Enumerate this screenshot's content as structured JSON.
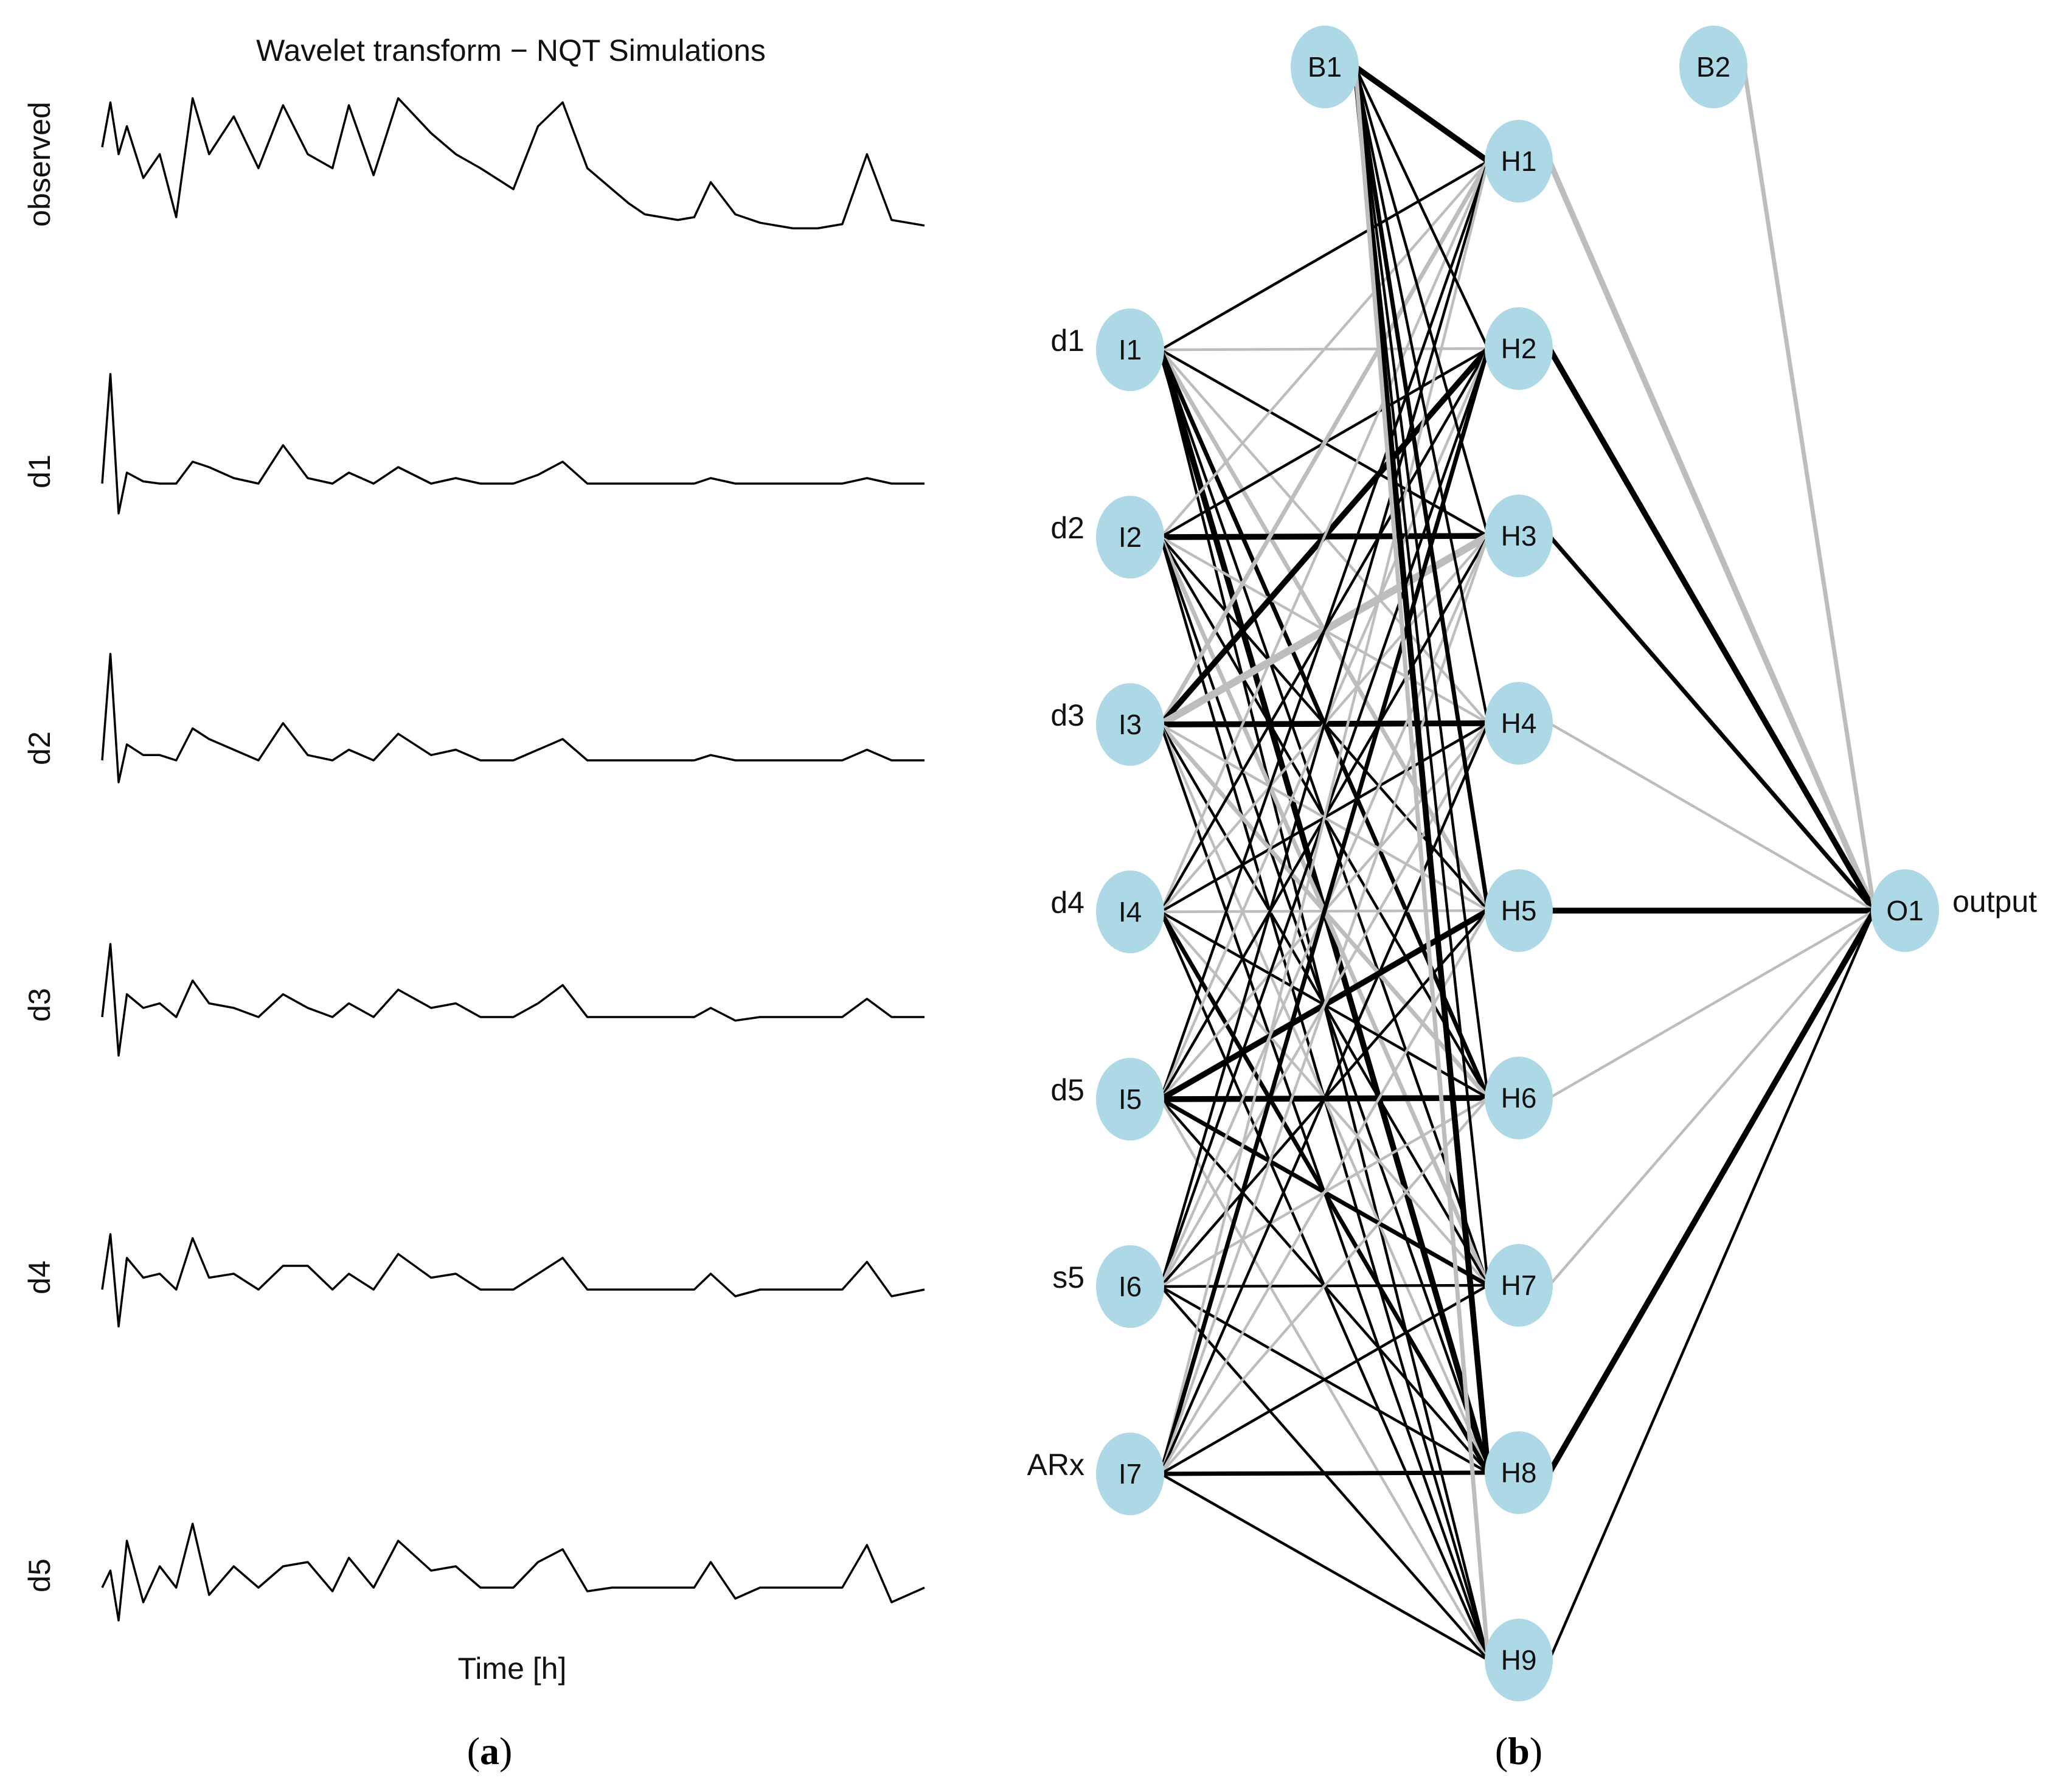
{
  "panel_a": {
    "title": "Wavelet transform − NQT Simulations",
    "xlabel": "Time [h]",
    "caption": "(a)"
  },
  "panel_b": {
    "caption": "(b)"
  },
  "colors": {
    "line": "#000000",
    "node": "#add8e6",
    "positive_weight": "#000000",
    "negative_weight": "#bdbdbd"
  },
  "chart_data": [
    {
      "type": "line",
      "title": "Wavelet transform − NQT Simulations",
      "xlabel": "Time [h]",
      "ylabel": "",
      "axes_shown": false,
      "x": [
        0,
        1,
        2,
        3,
        5,
        7,
        9,
        11,
        13,
        16,
        19,
        22,
        25,
        28,
        30,
        33,
        36,
        40,
        43,
        46,
        50,
        53,
        56,
        59,
        62,
        64,
        66,
        68,
        70,
        72,
        74,
        77,
        80,
        84,
        87,
        90,
        93,
        96,
        100
      ],
      "series": [
        {
          "name": "observed",
          "values": [
            0.6,
            0.92,
            0.55,
            0.75,
            0.38,
            0.55,
            0.1,
            0.95,
            0.55,
            0.82,
            0.45,
            0.9,
            0.55,
            0.45,
            0.9,
            0.4,
            0.95,
            0.7,
            0.55,
            0.45,
            0.3,
            0.75,
            0.92,
            0.45,
            0.3,
            0.2,
            0.12,
            0.1,
            0.08,
            0.1,
            0.35,
            0.12,
            0.06,
            0.02,
            0.02,
            0.05,
            0.55,
            0.08,
            0.04
          ]
        },
        {
          "name": "d1",
          "values": [
            0.0,
            1.0,
            -0.35,
            0.1,
            0.02,
            0.0,
            0.0,
            0.2,
            0.15,
            0.05,
            0.0,
            0.35,
            0.05,
            0.0,
            0.1,
            0.0,
            0.15,
            0.0,
            0.05,
            0.0,
            0.0,
            0.08,
            0.2,
            0.0,
            0.0,
            0.0,
            0.0,
            0.0,
            0.0,
            0.0,
            0.05,
            0.0,
            0.0,
            0.0,
            0.0,
            0.0,
            0.05,
            0.0,
            0.0
          ]
        },
        {
          "name": "d2",
          "values": [
            0.0,
            1.0,
            -0.3,
            0.15,
            0.05,
            0.05,
            0.0,
            0.3,
            0.2,
            0.1,
            0.0,
            0.35,
            0.05,
            0.0,
            0.1,
            0.0,
            0.25,
            0.05,
            0.1,
            0.0,
            0.0,
            0.1,
            0.2,
            0.0,
            0.0,
            0.0,
            0.0,
            0.0,
            0.0,
            0.0,
            0.05,
            0.0,
            0.0,
            0.0,
            0.0,
            0.0,
            0.1,
            0.0,
            0.0
          ]
        },
        {
          "name": "d3",
          "values": [
            0.0,
            0.8,
            -0.55,
            0.25,
            0.1,
            0.15,
            0.0,
            0.4,
            0.15,
            0.1,
            0.0,
            0.25,
            0.1,
            0.0,
            0.15,
            0.0,
            0.3,
            0.1,
            0.15,
            0.0,
            0.0,
            0.15,
            0.35,
            0.0,
            0.0,
            0.0,
            0.0,
            0.0,
            0.0,
            0.0,
            0.1,
            -0.05,
            0.0,
            0.0,
            0.0,
            0.0,
            0.2,
            0.0,
            0.0
          ]
        },
        {
          "name": "d4",
          "values": [
            0.0,
            0.7,
            -0.55,
            0.4,
            0.15,
            0.2,
            0.0,
            0.65,
            0.15,
            0.2,
            0.0,
            0.3,
            0.3,
            0.0,
            0.2,
            0.0,
            0.45,
            0.15,
            0.2,
            0.0,
            0.0,
            0.2,
            0.4,
            0.0,
            0.0,
            0.0,
            0.0,
            0.0,
            0.0,
            0.0,
            0.2,
            -0.1,
            0.0,
            0.0,
            0.0,
            0.0,
            0.35,
            -0.1,
            0.0
          ]
        },
        {
          "name": "d5",
          "values": [
            0.0,
            0.2,
            -0.45,
            0.55,
            -0.2,
            0.25,
            0.0,
            0.75,
            -0.1,
            0.25,
            0.0,
            0.25,
            0.3,
            -0.05,
            0.35,
            0.0,
            0.55,
            0.2,
            0.25,
            0.0,
            0.0,
            0.3,
            0.45,
            -0.05,
            0.0,
            0.0,
            0.0,
            0.0,
            0.0,
            0.0,
            0.3,
            -0.15,
            0.0,
            0.0,
            0.0,
            0.0,
            0.5,
            -0.2,
            0.0
          ]
        }
      ]
    },
    {
      "type": "network",
      "title": "",
      "nodes": {
        "input": [
          "I1",
          "I2",
          "I3",
          "I4",
          "I5",
          "I6",
          "I7"
        ],
        "input_labels": [
          "d1",
          "d2",
          "d3",
          "d4",
          "d5",
          "s5",
          "ARx"
        ],
        "hidden": [
          "H1",
          "H2",
          "H3",
          "H4",
          "H5",
          "H6",
          "H7",
          "H8",
          "H9"
        ],
        "output": [
          "O1"
        ],
        "output_labels": [
          "output"
        ],
        "bias": [
          "B1",
          "B2"
        ]
      },
      "edges_input_hidden": [
        {
          "from": "I1",
          "weights": [
            1,
            -1,
            1,
            -1,
            -2,
            2,
            1,
            3,
            1
          ]
        },
        {
          "from": "I2",
          "weights": [
            -1,
            1,
            3,
            -1,
            1,
            1,
            -2,
            1,
            1
          ]
        },
        {
          "from": "I3",
          "weights": [
            -2,
            3,
            -4,
            3,
            -1,
            -2,
            1,
            -1,
            1
          ]
        },
        {
          "from": "I4",
          "weights": [
            -1,
            1,
            -1,
            1,
            -1,
            1,
            -1,
            2,
            1
          ]
        },
        {
          "from": "I5",
          "weights": [
            1,
            -1,
            1,
            -1,
            3,
            3,
            2,
            1,
            -1
          ]
        },
        {
          "from": "I6",
          "weights": [
            1,
            1,
            -1,
            -1,
            1,
            -1,
            1,
            1,
            1
          ]
        },
        {
          "from": "I7",
          "weights": [
            -1,
            2,
            -1,
            1,
            -1,
            -1,
            1,
            2,
            1
          ]
        }
      ],
      "edges_bias_hidden": {
        "from": "B1",
        "weights": [
          3,
          1,
          1,
          1,
          2,
          1,
          1,
          3,
          -2
        ]
      },
      "edges_hidden_output": [
        -3,
        3,
        2,
        -1,
        3,
        -1,
        -1,
        3,
        1
      ],
      "edge_bias_output": -2
    }
  ]
}
